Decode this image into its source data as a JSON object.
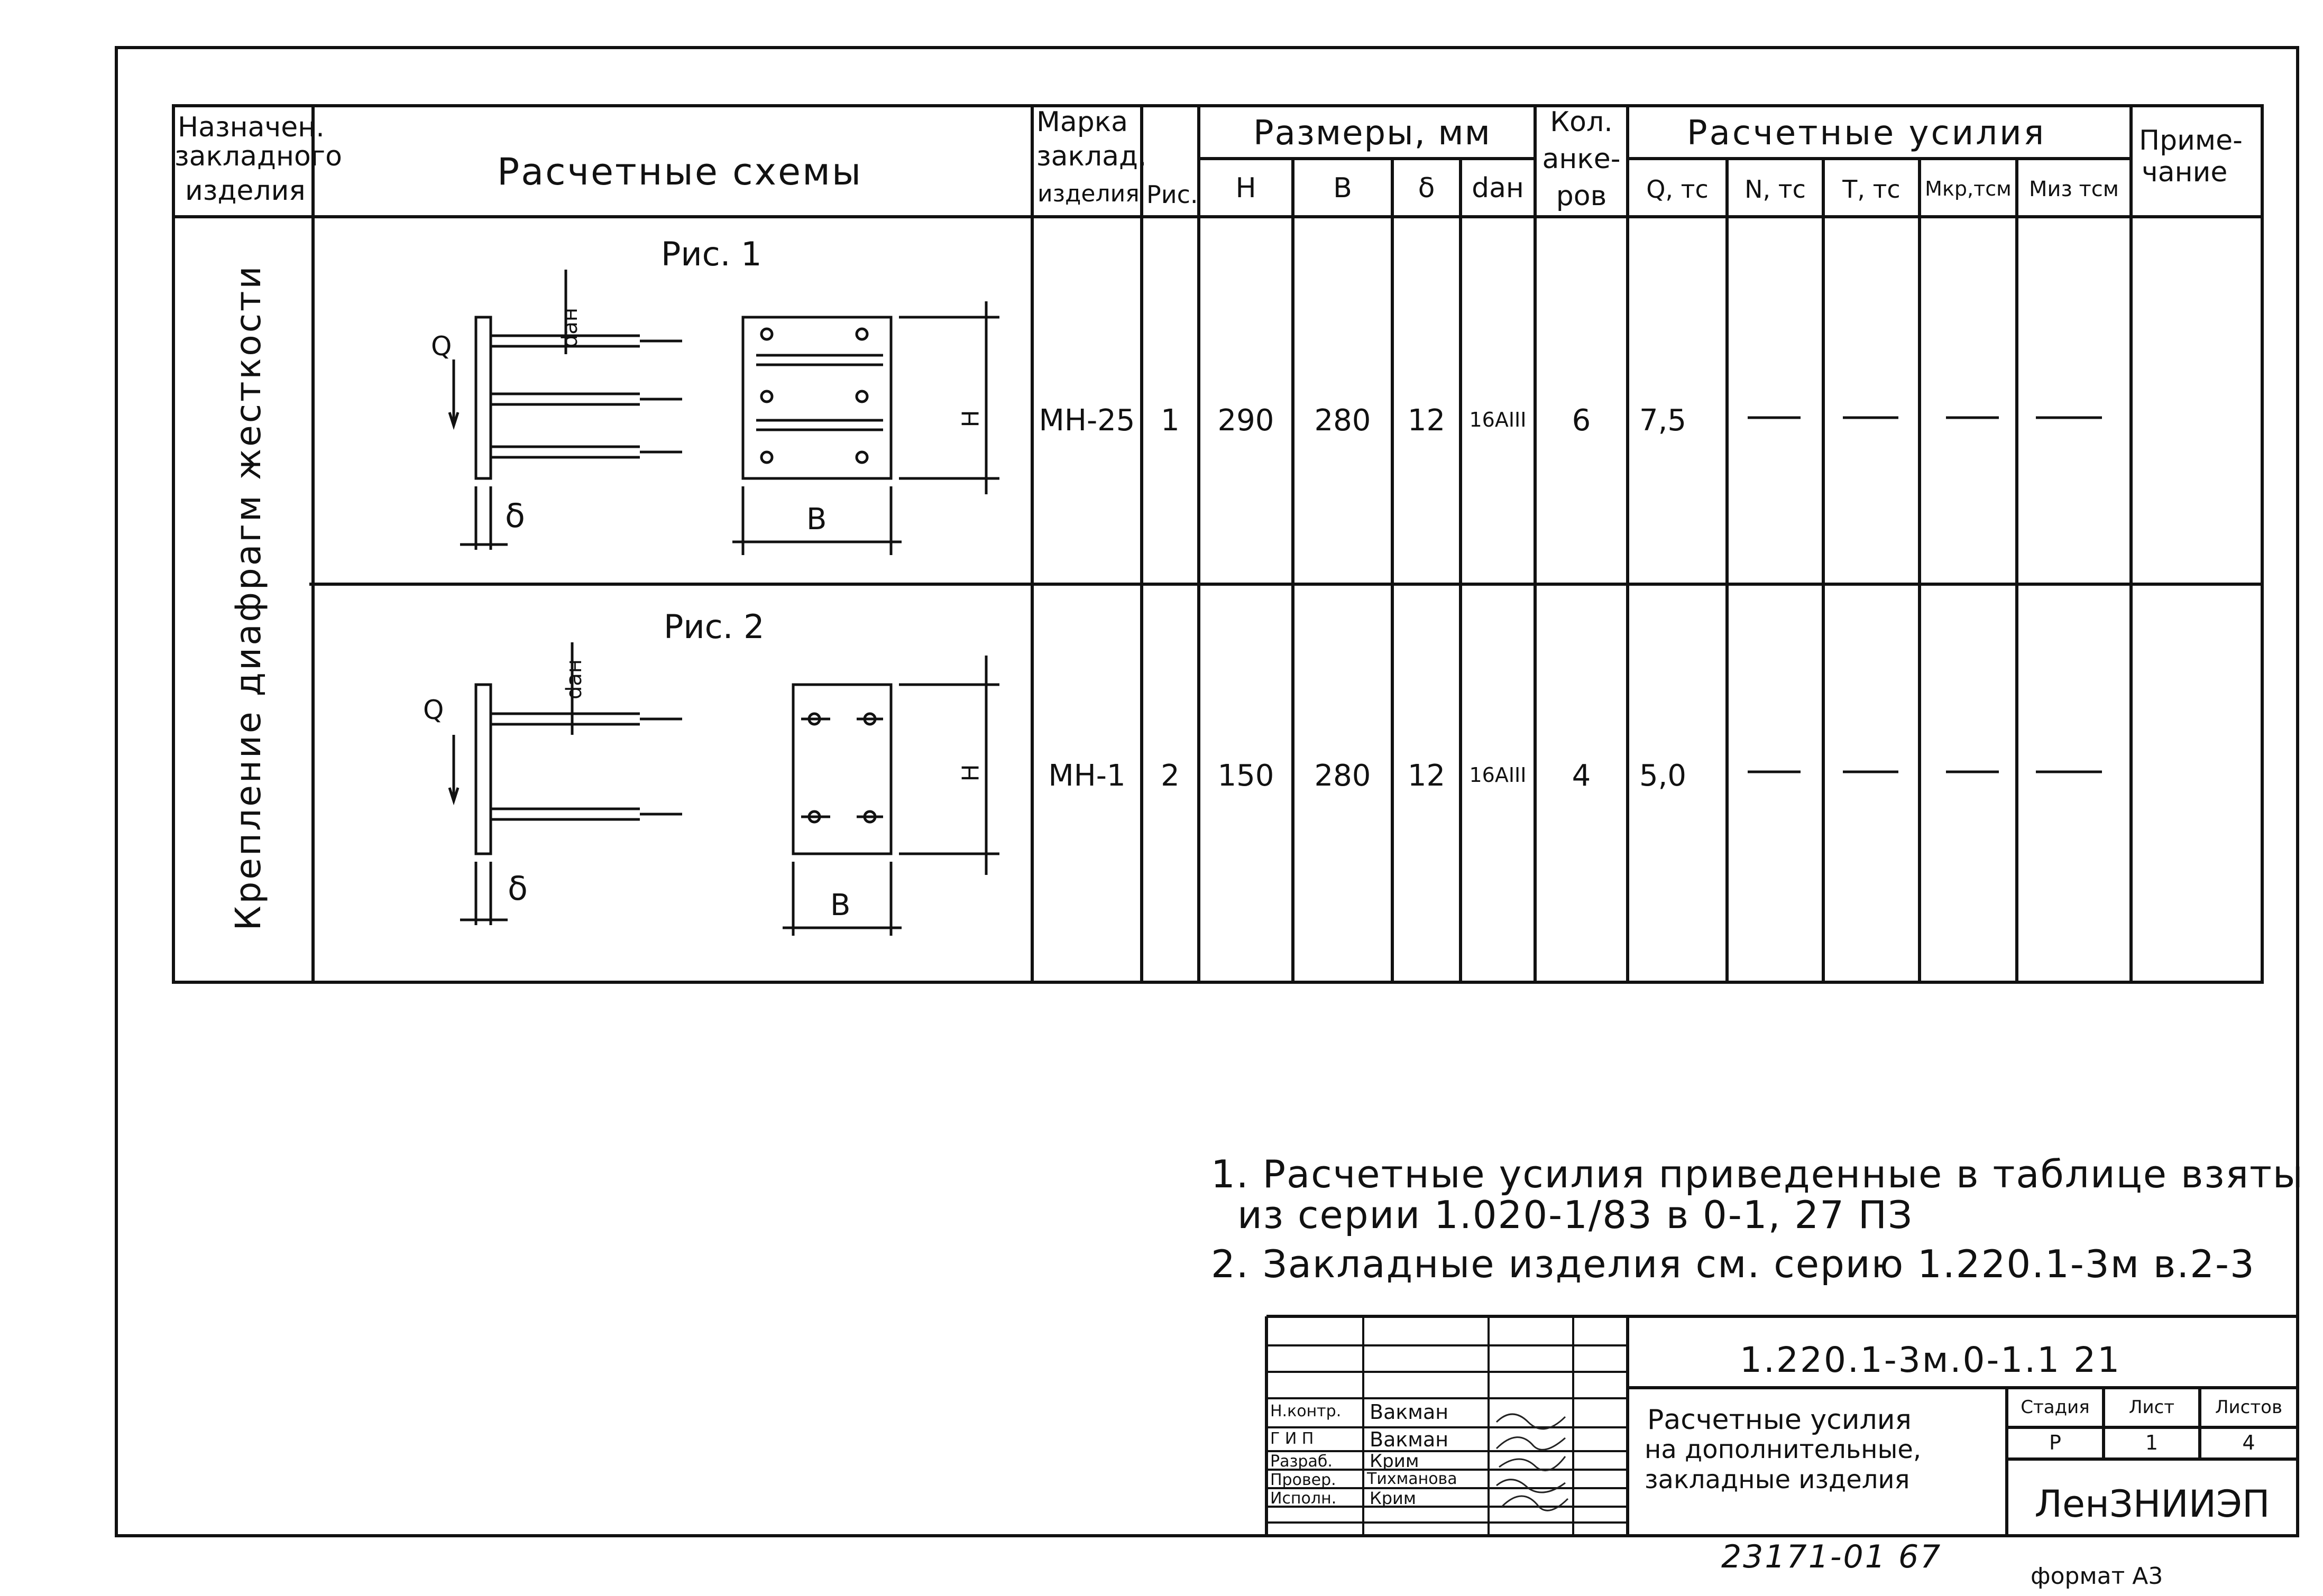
{
  "table": {
    "headers": {
      "purpose": [
        "Назначен.",
        "закладного",
        "изделия"
      ],
      "schemes": "Расчетные схемы",
      "mark": [
        "Марка",
        "заклад.",
        "изделия"
      ],
      "fig": "Рис.",
      "sizes": "Размеры, мм",
      "sizes_sub": [
        "H",
        "B",
        "δ",
        "dан"
      ],
      "anchors": [
        "Кол.",
        "анке-",
        "ров"
      ],
      "forces": "Расчетные усилия",
      "forces_sub": [
        "Q, тс",
        "N, тс",
        "T, тс",
        "Mкр,тсм",
        "Mиз тсм"
      ],
      "note": [
        "Приме-",
        "чание"
      ]
    },
    "purpose_text": "Крепление диафрагм жесткости",
    "rows": [
      {
        "fig_title": "Рис. 1",
        "mark": "МН-25",
        "fig": "1",
        "H": "290",
        "B": "280",
        "delta": "12",
        "d": "16AIII",
        "anchors": "6",
        "Q": "7,5",
        "N": "—",
        "T": "—",
        "Mkr": "—",
        "Miz": "—"
      },
      {
        "fig_title": "Рис. 2",
        "mark": "МН-1",
        "fig": "2",
        "H": "150",
        "B": "280",
        "delta": "12",
        "d": "16AIII",
        "anchors": "4",
        "Q": "5,0",
        "N": "—",
        "T": "—",
        "Mkr": "—",
        "Miz": "—"
      }
    ],
    "sketch_labels": {
      "q": "Q",
      "d": "dан",
      "delta": "δ",
      "b": "B",
      "h": "H"
    }
  },
  "notes": [
    "1. Расчетные усилия приведенные в таблице взяты",
    "из серии 1.020-1/83 в 0-1, 27 ПЗ",
    "2. Закладные изделия см. серию 1.220.1-3м в.2-3"
  ],
  "title_block": {
    "code": "1.220.1-3м.0-1.1  21",
    "roles": [
      "Н.контр.",
      "Г И П",
      "Разраб.",
      "Провер.",
      "Исполн."
    ],
    "names": [
      "Вакман",
      "Вакман",
      "Крим",
      "Тихманова",
      "Крим"
    ],
    "title": [
      "Расчетные усилия",
      "на дополнительные,",
      "закладные изделия"
    ],
    "stage_label": "Стадия",
    "sheet_label": "Лист",
    "sheets_label": "Листов",
    "stage": "Р",
    "sheet": "1",
    "sheets": "4",
    "org": "ЛенЗНИИЭП"
  },
  "footer": {
    "number": "23171-01  67",
    "format": "формат А3"
  }
}
